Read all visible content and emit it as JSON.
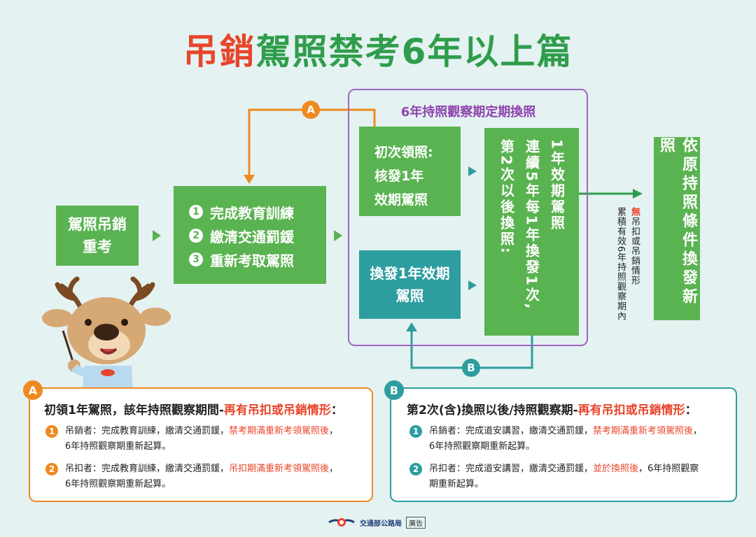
{
  "title": {
    "part1": "吊銷",
    "part2": "駕照禁考6年以上篇"
  },
  "boxes": {
    "revoke": "駕照吊銷重考",
    "steps": [
      {
        "num": "1",
        "text": "完成教育訓練"
      },
      {
        "num": "2",
        "text": "繳清交通罰鍰"
      },
      {
        "num": "3",
        "text": "重新考取駕照"
      }
    ],
    "period_title": "6年持照觀察期定期換照",
    "first_line1": "初次領照:",
    "first_line2": "核發1年",
    "first_line3": "效期駕照",
    "renew1": "換發1年效期駕照",
    "vertical_col1": "1年效期駕照",
    "vertical_col2": "連續5年每1年換發1次,",
    "vertical_col3": "第2次以後換照:",
    "final": "依原持照條件換發新照",
    "cond_red": "無",
    "cond_rest": "吊扣或吊銷情形",
    "cond_line2": "累積有效6年持照觀察期內"
  },
  "arrow_labels": {
    "a": "A",
    "b": "B"
  },
  "panelA": {
    "tab": "A",
    "heading": "初領1年駕照，該年持照觀察期間-",
    "heading_red": "再有吊扣或吊銷情形",
    "heading_end": "：",
    "items": [
      {
        "num": "1",
        "pre": "吊銷者：完成教育訓練，繳清交通罰鍰，",
        "red": "禁考期滿重新考領駕照後",
        "post": "，",
        "line2": "6年持照觀察期重新起算。"
      },
      {
        "num": "2",
        "pre": "吊扣者：完成教育訓練，繳清交通罰鍰，",
        "red": "吊扣期滿重新考領駕照後",
        "post": "，",
        "line2": "6年持照觀察期重新起算。"
      }
    ]
  },
  "panelB": {
    "tab": "B",
    "heading": "第2次(含)換照以後/持照觀察期-",
    "heading_red": "再有吊扣或吊銷情形",
    "heading_end": "：",
    "items": [
      {
        "num": "1",
        "pre": "吊銷者：完成道安講習，繳清交通罰鍰，",
        "red": "禁考期滿重新考領駕照後",
        "post": "，",
        "line2": "6年持照觀察期重新起算。"
      },
      {
        "num": "2",
        "pre": "吊扣者：完成道安講習，繳清交通罰鍰，",
        "red": "並於換照後",
        "post": "，6年持照觀察",
        "line2": "期重新起算。"
      }
    ]
  },
  "footer": {
    "agency": "交通部公路局",
    "ad": "廣告"
  },
  "colors": {
    "green": "#5ab351",
    "teal": "#2d9d9f",
    "orange": "#ef8a1f",
    "purple": "#a064c4",
    "red": "#e8452b"
  }
}
